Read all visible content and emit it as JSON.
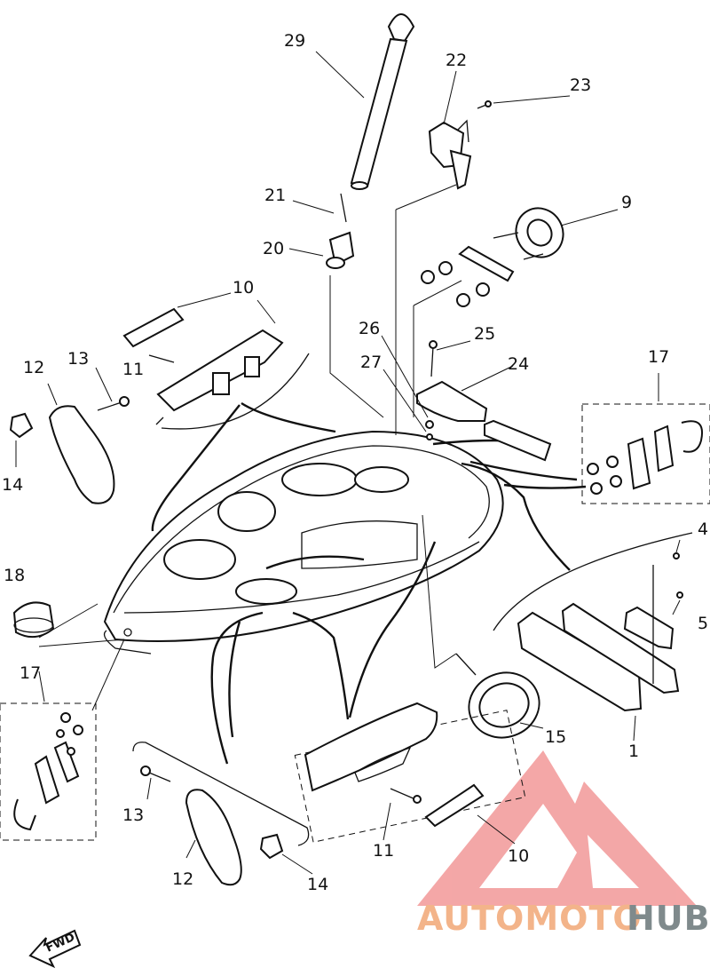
{
  "diagram": {
    "callouts": [
      {
        "id": "c29",
        "label": "29"
      },
      {
        "id": "c22",
        "label": "22"
      },
      {
        "id": "c23",
        "label": "23"
      },
      {
        "id": "c21",
        "label": "21"
      },
      {
        "id": "c9",
        "label": "9"
      },
      {
        "id": "c20",
        "label": "20"
      },
      {
        "id": "c10a",
        "label": "10"
      },
      {
        "id": "c26",
        "label": "26"
      },
      {
        "id": "c25",
        "label": "25"
      },
      {
        "id": "c13a",
        "label": "13"
      },
      {
        "id": "c12a",
        "label": "12"
      },
      {
        "id": "c11a",
        "label": "11"
      },
      {
        "id": "c27",
        "label": "27"
      },
      {
        "id": "c24",
        "label": "24"
      },
      {
        "id": "c17a",
        "label": "17"
      },
      {
        "id": "c14a",
        "label": "14"
      },
      {
        "id": "c4",
        "label": "4"
      },
      {
        "id": "c18",
        "label": "18"
      },
      {
        "id": "c5",
        "label": "5"
      },
      {
        "id": "c17b",
        "label": "17"
      },
      {
        "id": "c15",
        "label": "15"
      },
      {
        "id": "c1",
        "label": "1"
      },
      {
        "id": "c13b",
        "label": "13"
      },
      {
        "id": "c11b",
        "label": "11"
      },
      {
        "id": "c10b",
        "label": "10"
      },
      {
        "id": "c12b",
        "label": "12"
      },
      {
        "id": "c14b",
        "label": "14"
      }
    ],
    "direction_label": "FWD"
  },
  "watermark": {
    "part1": "AUTOMOTO",
    "part2": "HUB",
    "colors": {
      "logo_red": "#f08a8a",
      "text_orange": "#f3b48a",
      "text_gray": "#7f8a8c"
    }
  }
}
